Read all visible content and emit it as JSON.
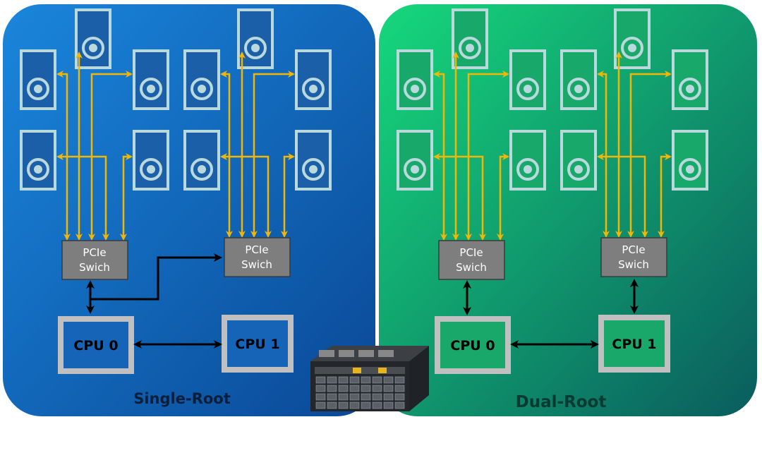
{
  "panels": [
    {
      "id": "single",
      "title": "Single-Root",
      "switch_label_line1": "PCIe",
      "switch_label_line2": "Swich",
      "cpu0": "CPU 0",
      "cpu1": "CPU 1",
      "gradient": [
        "#1880d8",
        "#0b4c9c"
      ]
    },
    {
      "id": "dual",
      "title": "Dual-Root",
      "switch_label_line1": "PCIe",
      "switch_label_line2": "Swich",
      "cpu0": "CPU 0",
      "cpu1": "CPU 1",
      "gradient": [
        "#16d178",
        "#0b6a60"
      ]
    }
  ],
  "colors": {
    "gpu_link": "#f2b705",
    "cpu_link": "#000000",
    "gpu_outline": "#b9d9dd"
  },
  "icons": {
    "gpu": "gpu-card-icon",
    "server": "server-chassis-icon"
  }
}
